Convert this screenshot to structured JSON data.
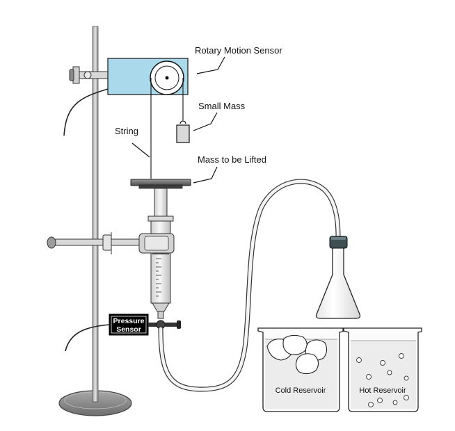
{
  "labels": {
    "rotary_motion_sensor": "Rotary Motion Sensor",
    "small_mass": "Small Mass",
    "string": "String",
    "mass_to_be_lifted": "Mass to be Lifted",
    "pressure_sensor_line1": "Pressure",
    "pressure_sensor_line2": "Sensor",
    "cold_reservoir": "Cold Reservoir",
    "hot_reservoir": "Hot Reservoir"
  },
  "colors": {
    "sensor_body": "#a9d9ea",
    "stand_rod": "#bdbdbd",
    "base": "#8a8a8a",
    "mass_plate": "#6b6b6b",
    "glass": "#f2f2f2",
    "stopper": "#3f4f52",
    "pressure_sensor_box": "#000000",
    "ice": "#ffffff"
  }
}
